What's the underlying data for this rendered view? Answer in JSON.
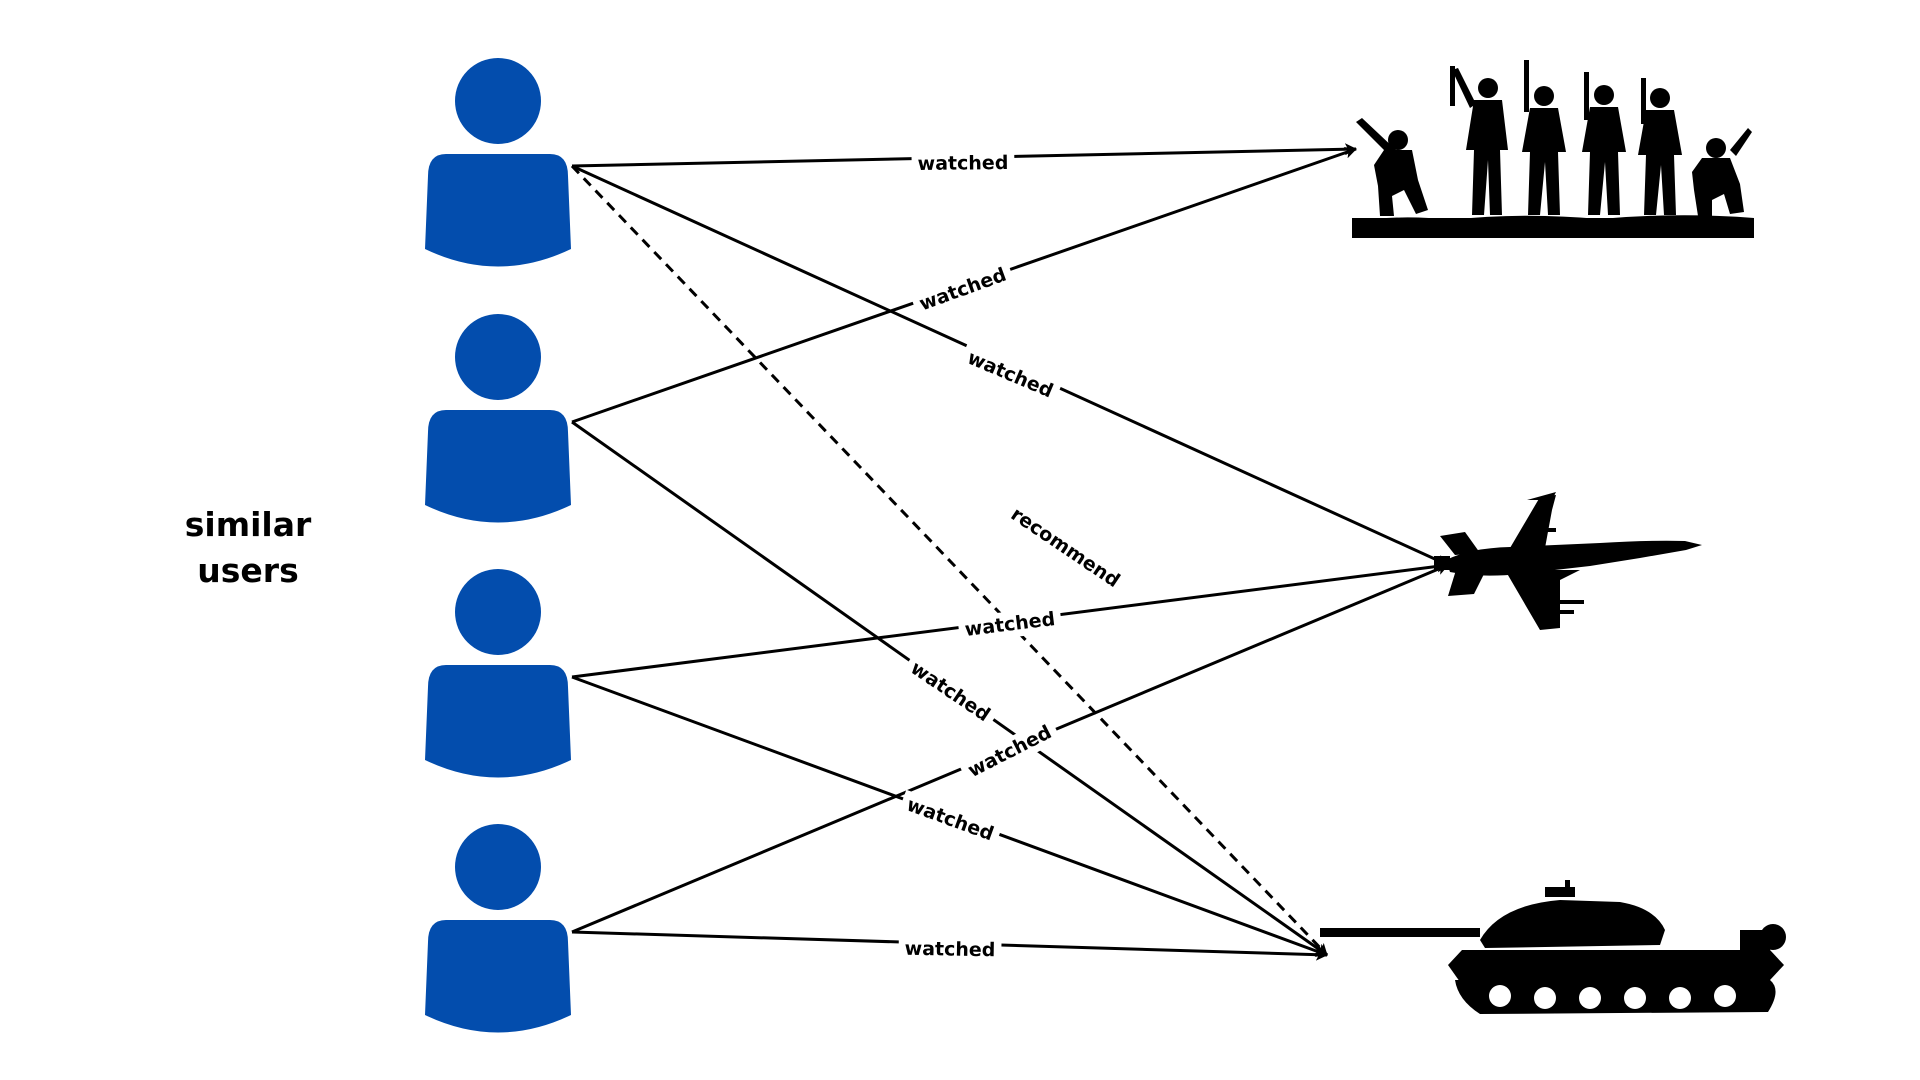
{
  "side_label": {
    "line1": "similar",
    "line2": "users"
  },
  "colors": {
    "user_fill": "#034DAD",
    "ink": "#000000",
    "background": "#FFFFFF"
  },
  "users": [
    {
      "id": "user-1",
      "icon": "person-icon"
    },
    {
      "id": "user-2",
      "icon": "person-icon"
    },
    {
      "id": "user-3",
      "icon": "person-icon"
    },
    {
      "id": "user-4",
      "icon": "person-icon"
    }
  ],
  "items": [
    {
      "id": "soldiers",
      "icon": "soldiers-silhouette-icon"
    },
    {
      "id": "jet",
      "icon": "fighter-jet-silhouette-icon"
    },
    {
      "id": "tank",
      "icon": "tank-silhouette-icon"
    }
  ],
  "edges": [
    {
      "from": "user-1",
      "to": "soldiers",
      "label": "watched",
      "style": "solid"
    },
    {
      "from": "user-1",
      "to": "jet",
      "label": "watched",
      "style": "solid"
    },
    {
      "from": "user-1",
      "to": "tank",
      "label": "recommend",
      "style": "dashed"
    },
    {
      "from": "user-2",
      "to": "soldiers",
      "label": "watched",
      "style": "solid"
    },
    {
      "from": "user-2",
      "to": "tank",
      "label": "watched",
      "style": "solid"
    },
    {
      "from": "user-3",
      "to": "jet",
      "label": "watched",
      "style": "solid"
    },
    {
      "from": "user-3",
      "to": "tank",
      "label": "watched",
      "style": "solid"
    },
    {
      "from": "user-4",
      "to": "jet",
      "label": "watched",
      "style": "solid"
    },
    {
      "from": "user-4",
      "to": "tank",
      "label": "watched",
      "style": "solid"
    }
  ]
}
